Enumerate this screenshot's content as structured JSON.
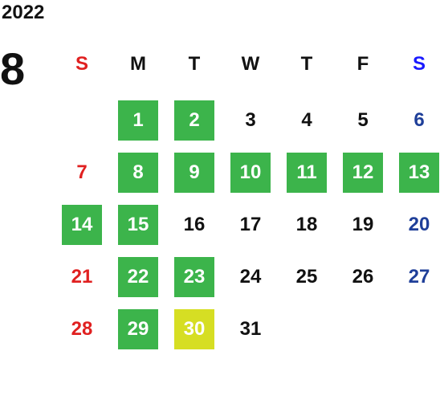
{
  "calendar": {
    "year": "2022",
    "month": "8",
    "weekdays": [
      "S",
      "M",
      "T",
      "W",
      "T",
      "F",
      "S"
    ],
    "colors": {
      "sunday": "#e02020",
      "saturday_header": "#1a1aff",
      "saturday": "#1f3f99",
      "weekday": "#111111",
      "highlight_bg": "#3cb44b",
      "today_bg": "#d6de23"
    },
    "weeks": [
      [
        null,
        {
          "day": "1",
          "state": "highlight"
        },
        {
          "day": "2",
          "state": "highlight"
        },
        {
          "day": "3"
        },
        {
          "day": "4"
        },
        {
          "day": "5"
        },
        {
          "day": "6"
        }
      ],
      [
        {
          "day": "7"
        },
        {
          "day": "8",
          "state": "highlight"
        },
        {
          "day": "9",
          "state": "highlight"
        },
        {
          "day": "10",
          "state": "highlight"
        },
        {
          "day": "11",
          "state": "highlight"
        },
        {
          "day": "12",
          "state": "highlight"
        },
        {
          "day": "13",
          "state": "highlight"
        }
      ],
      [
        {
          "day": "14",
          "state": "highlight"
        },
        {
          "day": "15",
          "state": "highlight"
        },
        {
          "day": "16"
        },
        {
          "day": "17"
        },
        {
          "day": "18"
        },
        {
          "day": "19"
        },
        {
          "day": "20"
        }
      ],
      [
        {
          "day": "21"
        },
        {
          "day": "22",
          "state": "highlight"
        },
        {
          "day": "23",
          "state": "highlight"
        },
        {
          "day": "24"
        },
        {
          "day": "25"
        },
        {
          "day": "26"
        },
        {
          "day": "27"
        }
      ],
      [
        {
          "day": "28"
        },
        {
          "day": "29",
          "state": "highlight"
        },
        {
          "day": "30",
          "state": "today"
        },
        {
          "day": "31"
        },
        null,
        null,
        null
      ]
    ]
  }
}
